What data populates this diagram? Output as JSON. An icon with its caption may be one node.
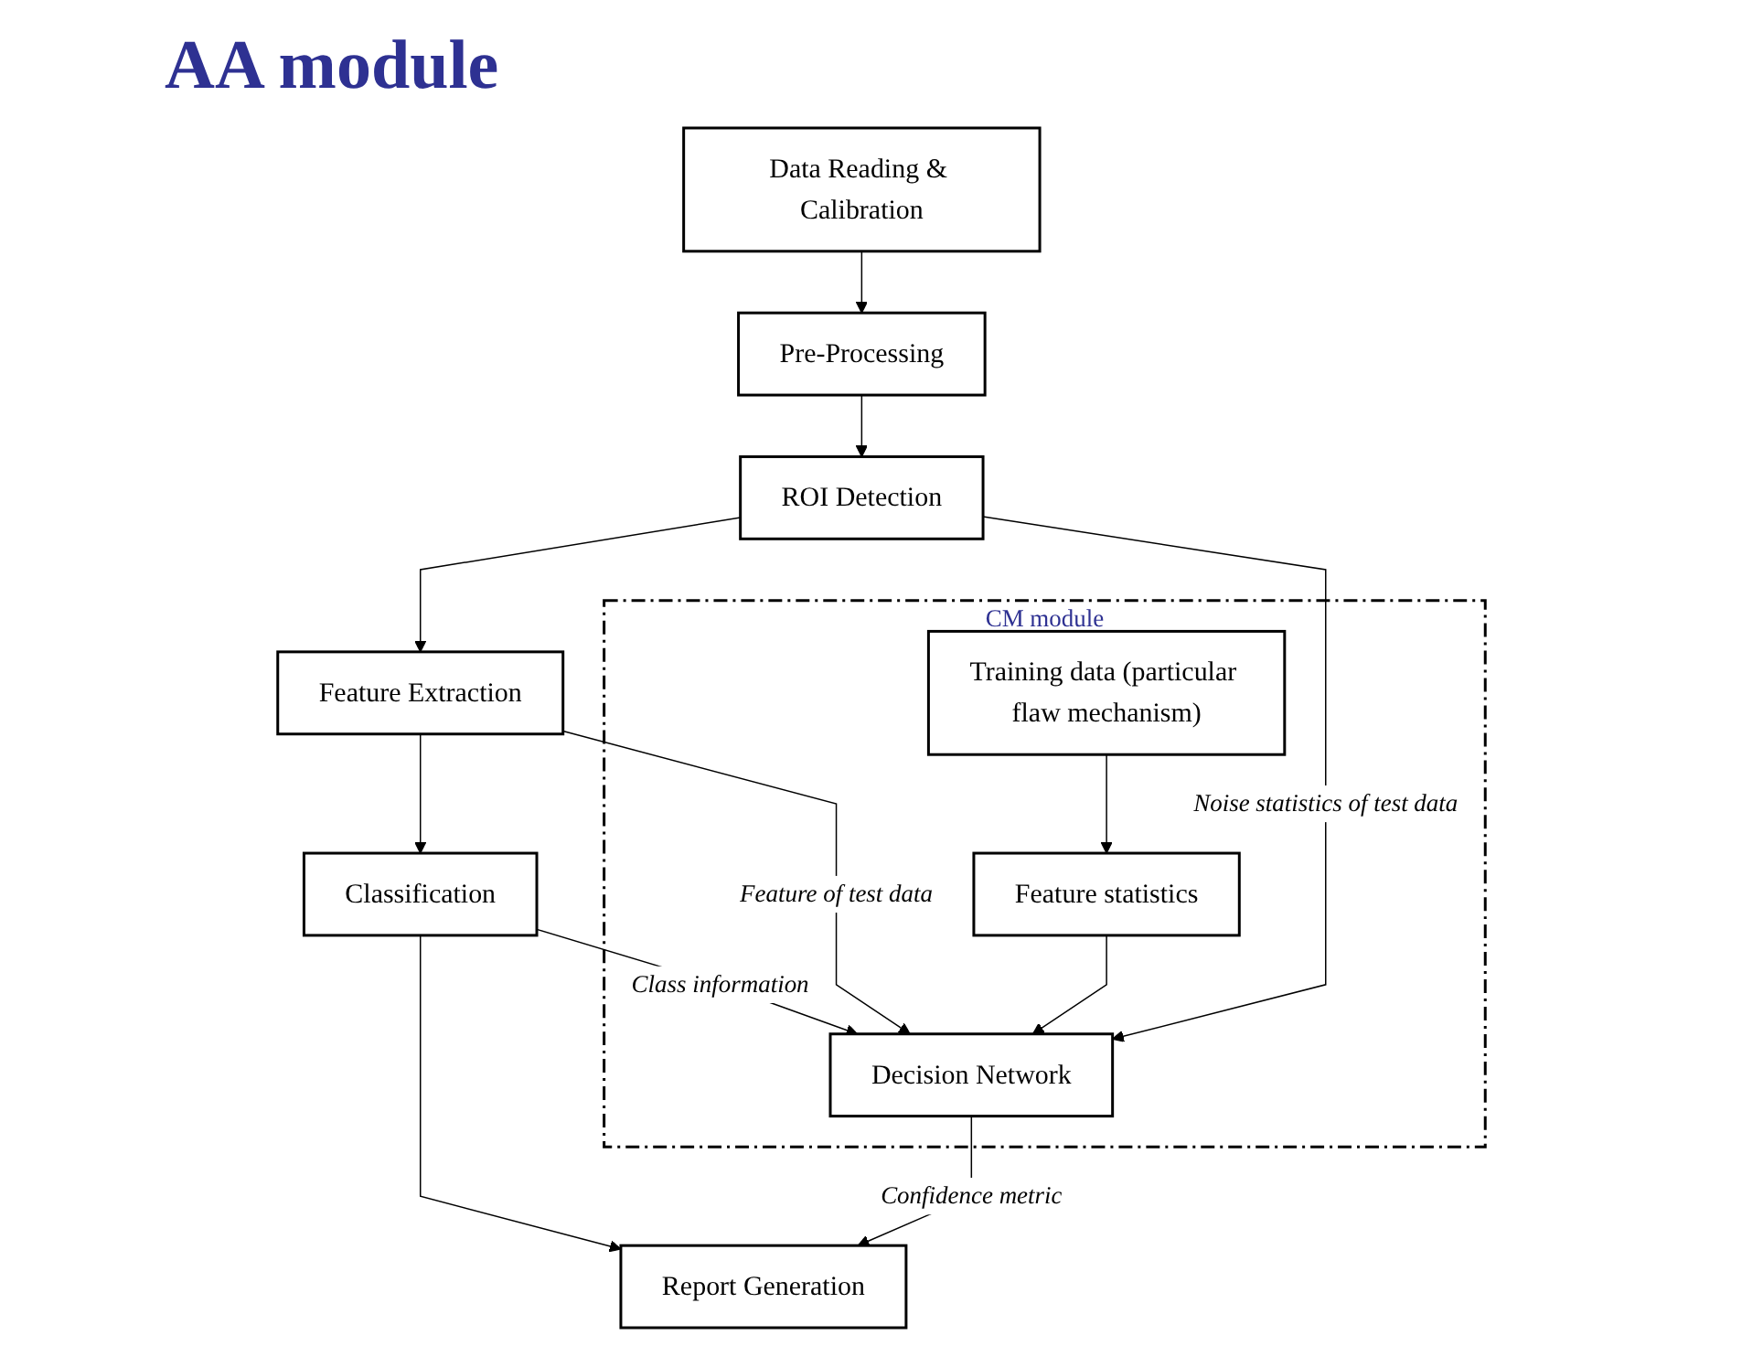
{
  "diagram": {
    "nodes": [
      {
        "text": [
          "Data Reading & Calibration"
        ]
      },
      {
        "text": [
          "Pre-Processing"
        ]
      },
      {
        "text": [
          "ROI Detection"
        ]
      },
      {
        "text": [
          "Feature Extraction"
        ]
      },
      {
        "text": [
          "Classification"
        ]
      },
      {
        "text": [
          "Report Generation"
        ]
      },
      {
        "text": [
          "CM module"
        ]
      },
      {
        "text": [
          "Training data (particular flaw mechanism)"
        ],
        "in": 6
      },
      {
        "text": [
          "Feature statistics"
        ],
        "in": 6
      },
      {
        "text": [
          "Decision Network"
        ],
        "in": 6
      }
    ],
    "edges": [
      {
        "from": 0,
        "to": 1,
        "arrow": "to"
      },
      {
        "from": 1,
        "to": 2,
        "arrow": "to"
      },
      {
        "from": 2,
        "to": 3,
        "arrow": "to"
      },
      {
        "from": 2,
        "to": 9,
        "arrow": "to",
        "label": "Noise statistics of test data"
      },
      {
        "from": 3,
        "to": 4,
        "arrow": "to"
      },
      {
        "from": 3,
        "to": 9,
        "arrow": "to",
        "label": "Feature of test data"
      },
      {
        "from": 4,
        "to": 5,
        "arrow": "to"
      },
      {
        "from": 4,
        "to": 9,
        "arrow": "to",
        "label": "Class information"
      },
      {
        "from": 7,
        "to": 8,
        "arrow": "to"
      },
      {
        "from": 8,
        "to": 9,
        "arrow": "to"
      },
      {
        "from": 9,
        "to": 5,
        "arrow": "to",
        "label": "Confidence metric"
      }
    ],
    "labels": [
      "AA module"
    ]
  }
}
